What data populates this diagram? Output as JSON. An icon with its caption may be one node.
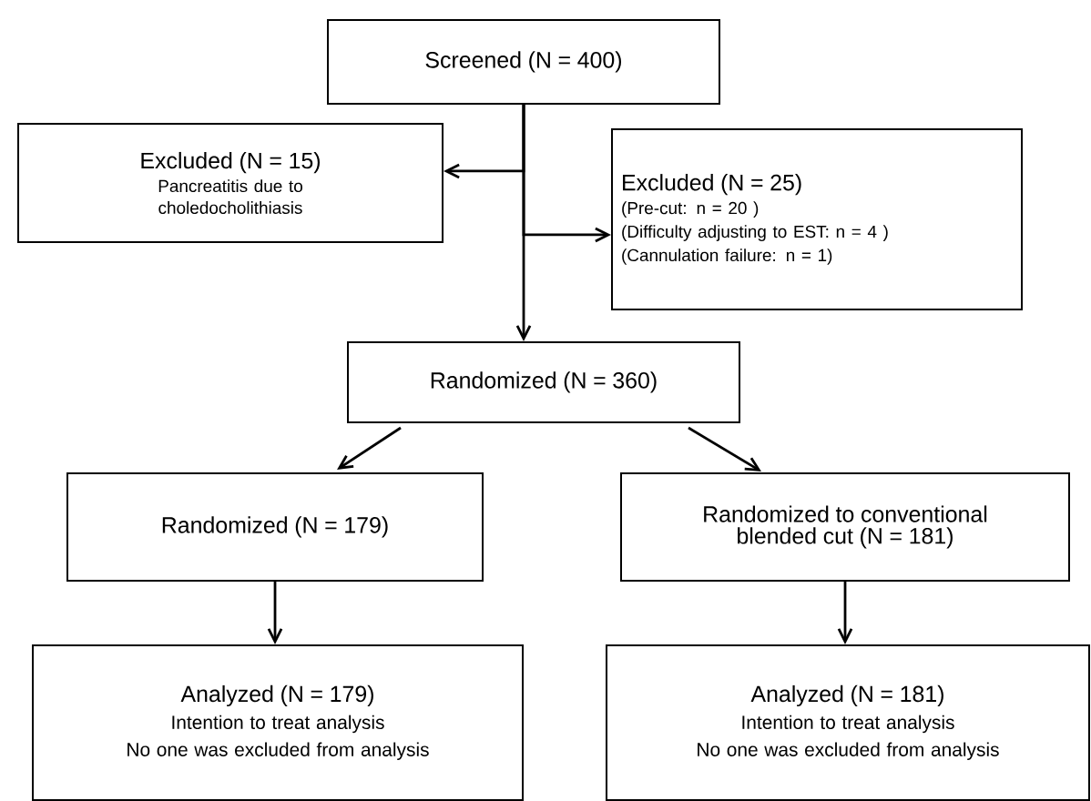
{
  "diagram": {
    "nodes": [
      {
        "text": [
          "Screened  (N = 400)"
        ]
      },
      {
        "text": [
          "Excluded (N = 15)",
          "Pancreatitis due to choledocholithiasis"
        ]
      },
      {
        "text": [
          "Excluded (N = 25)",
          "(Pre-cut: n = 20 )",
          "(Difficulty adjusting to EST: n = 4 )",
          "(Cannulation failure: n = 1)"
        ]
      },
      {
        "text": [
          "Randomized (N = 360)"
        ]
      },
      {
        "text": [
          "Randomized (N = 179)"
        ]
      },
      {
        "text": [
          "Randomized to conventional blended cut (N = 181)"
        ]
      },
      {
        "text": [
          "Analyzed (N = 179)",
          "Intention to treat analysis",
          "No one was excluded from analysis"
        ]
      },
      {
        "text": [
          "Analyzed (N = 181)",
          "Intention to treat analysis",
          "No one was excluded from analysis"
        ]
      }
    ],
    "edges": [
      {
        "from": 0,
        "to": 3,
        "arrow": "to"
      },
      {
        "from": 0,
        "to": 1,
        "arrow": "to"
      },
      {
        "from": 0,
        "to": 2,
        "arrow": "to"
      },
      {
        "from": 3,
        "to": 4,
        "arrow": "to"
      },
      {
        "from": 3,
        "to": 5,
        "arrow": "to"
      },
      {
        "from": 4,
        "to": 6,
        "arrow": "to"
      },
      {
        "from": 5,
        "to": 7,
        "arrow": "to"
      }
    ]
  }
}
